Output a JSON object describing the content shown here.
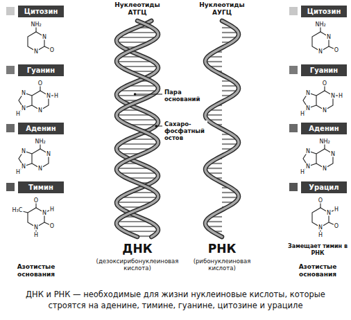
{
  "diagram": {
    "caption": "ДНК и РНК — необходимые для жизни нуклеиновые кислоты, которые строятся на аденине, тимине, гуанине, цитозине и урациле",
    "nodes": [
      {
        "text": [
          "Цитозин"
        ]
      },
      {
        "text": [
          "Гуанин"
        ]
      },
      {
        "text": [
          "Аденин"
        ]
      },
      {
        "text": [
          "Тимин"
        ]
      },
      {
        "text": [
          "Цитозин"
        ]
      },
      {
        "text": [
          "Гуанин"
        ]
      },
      {
        "text": [
          "Аденин"
        ]
      },
      {
        "text": [
          "Урацил"
        ]
      }
    ],
    "labels": [
      "Нуклеотиды АТГЦ",
      "Нуклеотиды АУГЦ",
      "Пара оснований",
      "Сахаро-фосфатный остов",
      "ДНК",
      "(дезоксирибонуклеиновая кислота)",
      "РНК",
      "(рибонуклеиновая кислота)",
      "Азотистые основания",
      "Замещает тимин в РНК",
      "Азотистые основания",
      "NH₂",
      "N",
      "O",
      "N",
      "O",
      "N",
      "H",
      "N",
      "N",
      "N",
      "H",
      "NH₂",
      "N",
      "N",
      "N",
      "N",
      "H",
      "O",
      "H₃C",
      "N",
      "H",
      "O",
      "N",
      "H",
      "NH₂",
      "N",
      "O",
      "N",
      "O",
      "N",
      "H",
      "N",
      "N",
      "N",
      "H",
      "NH₂",
      "N",
      "N",
      "N",
      "N",
      "H",
      "O",
      "N",
      "H",
      "O",
      "N",
      "H"
    ]
  }
}
